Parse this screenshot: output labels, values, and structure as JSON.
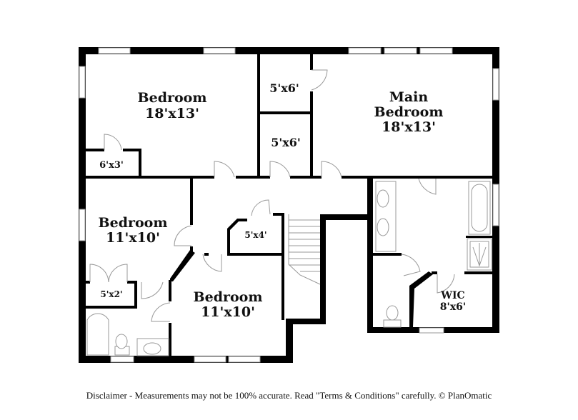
{
  "floor_plan": {
    "rooms": [
      {
        "id": "bedroom-nw",
        "name": "Bedroom",
        "size": "18'x13'"
      },
      {
        "id": "closet-nw",
        "name": "",
        "size": "6'x3'"
      },
      {
        "id": "closet-top",
        "name": "",
        "size": "5'x6'"
      },
      {
        "id": "closet-mid",
        "name": "",
        "size": "5'x6'"
      },
      {
        "id": "main-bedroom",
        "name_line1": "Main",
        "name_line2": "Bedroom",
        "size": "18'x13'"
      },
      {
        "id": "bedroom-w",
        "name": "Bedroom",
        "size": "11'x10'"
      },
      {
        "id": "closet-hall",
        "name": "",
        "size": "5'x4'"
      },
      {
        "id": "closet-w",
        "name": "",
        "size": "5'x2'"
      },
      {
        "id": "bedroom-s",
        "name": "Bedroom",
        "size": "11'x10'"
      },
      {
        "id": "wic",
        "name": "WIC",
        "size": "8'x6'"
      }
    ]
  },
  "footer": {
    "disclaimer": "Disclaimer - Measurements may not be 100% accurate. Read \"Terms & Conditions\" carefully. © PlanOmatic"
  }
}
